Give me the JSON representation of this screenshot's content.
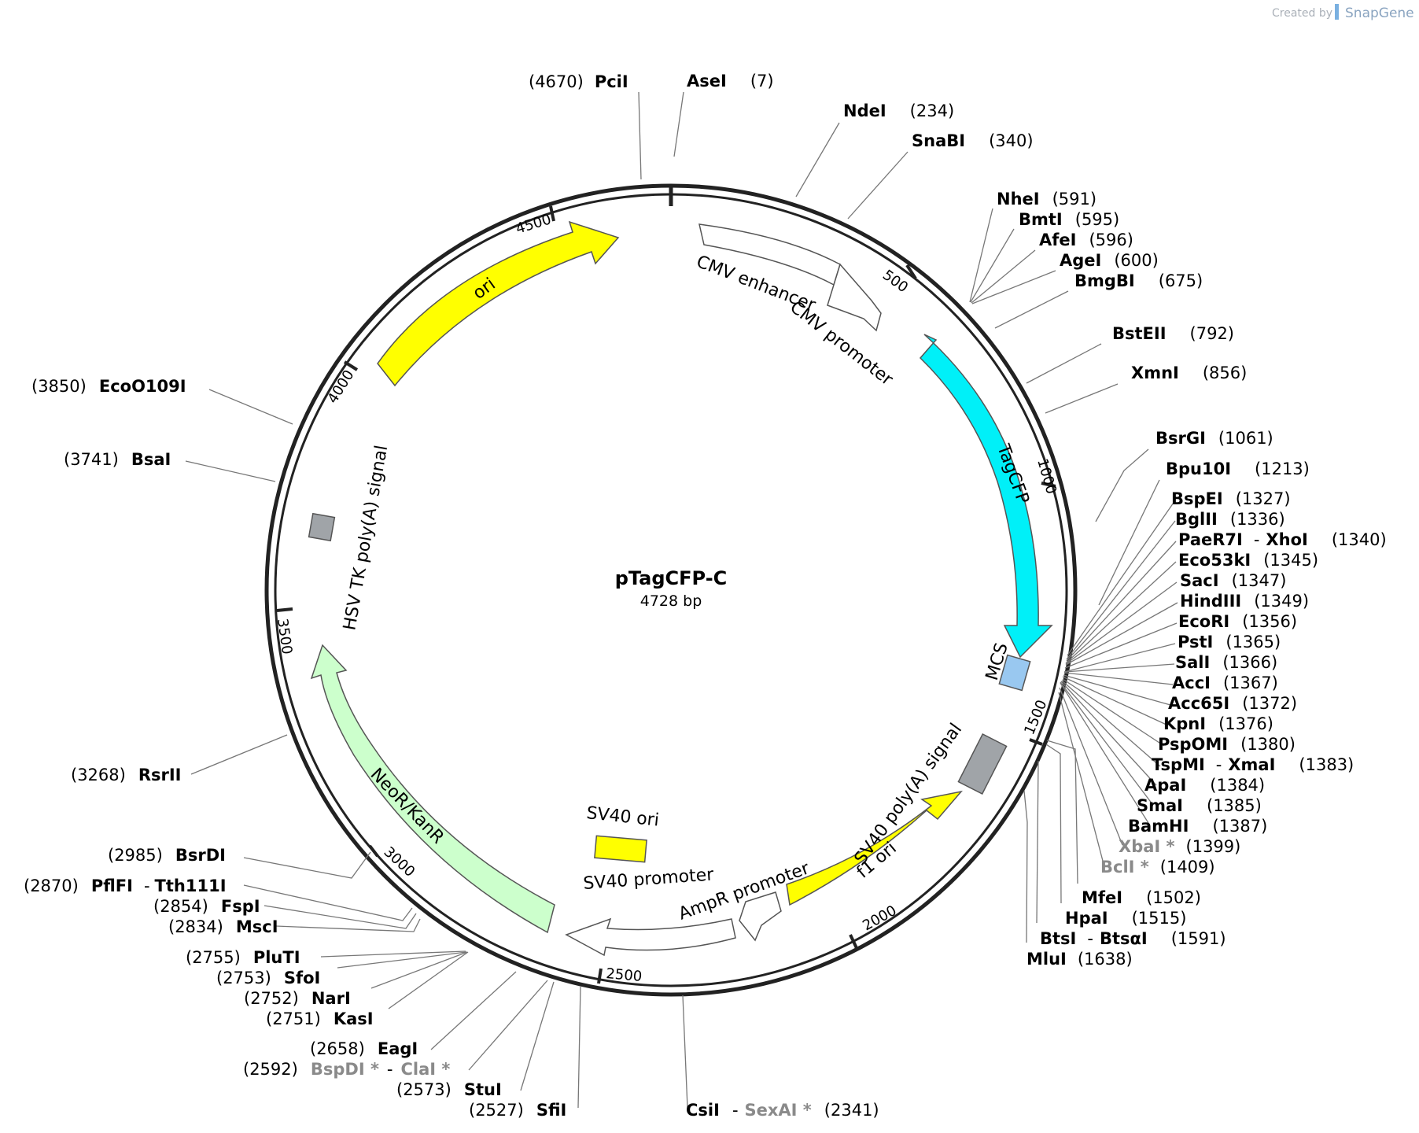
{
  "credit": {
    "prefix": "Created by",
    "brand": "SnapGene"
  },
  "plasmid": {
    "name": "pTagCFP-C",
    "length_label": "4728 bp",
    "length": 4728
  },
  "ticks": [
    "500",
    "1000",
    "1500",
    "2000",
    "2500",
    "3000",
    "3500",
    "4000",
    "4500"
  ],
  "features": [
    {
      "label": "CMV enhancer",
      "color": "#ffffff"
    },
    {
      "label": "CMV promoter",
      "color": "#ffffff"
    },
    {
      "label": "TagCFP",
      "color": "#00f0f8"
    },
    {
      "label": "MCS",
      "color": "#99c8f0"
    },
    {
      "label": "SV40 poly(A) signal",
      "color": "#a0a4a8"
    },
    {
      "label": "f1 ori",
      "color": "#ffff00"
    },
    {
      "label": "AmpR promoter",
      "color": "#ffffff"
    },
    {
      "label": "SV40 promoter",
      "color": "#ffffff"
    },
    {
      "label": "SV40 ori",
      "color": "#ffff00"
    },
    {
      "label": "NeoR/KanR",
      "color": "#ccffcc"
    },
    {
      "label": "HSV TK poly(A) signal",
      "color": "#a0a4a8"
    },
    {
      "label": "ori",
      "color": "#ffff00"
    }
  ],
  "sites": [
    {
      "parts": [
        {
          "t": "(4670)",
          "k": "pos"
        },
        {
          "t": "PciI",
          "k": "nm"
        }
      ]
    },
    {
      "parts": [
        {
          "t": "AseI",
          "k": "nm"
        },
        {
          "t": "(7)",
          "k": "pos"
        }
      ]
    },
    {
      "parts": [
        {
          "t": "NdeI",
          "k": "nm"
        },
        {
          "t": "(234)",
          "k": "pos"
        }
      ]
    },
    {
      "parts": [
        {
          "t": "SnaBI",
          "k": "nm"
        },
        {
          "t": "(340)",
          "k": "pos"
        }
      ]
    },
    {
      "parts": [
        {
          "t": "NheI",
          "k": "nm"
        },
        {
          "t": "(591)",
          "k": "pos"
        }
      ]
    },
    {
      "parts": [
        {
          "t": "BmtI",
          "k": "nm"
        },
        {
          "t": "(595)",
          "k": "pos"
        }
      ]
    },
    {
      "parts": [
        {
          "t": "AfeI",
          "k": "nm"
        },
        {
          "t": "(596)",
          "k": "pos"
        }
      ]
    },
    {
      "parts": [
        {
          "t": "AgeI",
          "k": "nm"
        },
        {
          "t": "(600)",
          "k": "pos"
        }
      ]
    },
    {
      "parts": [
        {
          "t": "BmgBI",
          "k": "nm"
        },
        {
          "t": "(675)",
          "k": "pos"
        }
      ]
    },
    {
      "parts": [
        {
          "t": "BstEII",
          "k": "nm"
        },
        {
          "t": "(792)",
          "k": "pos"
        }
      ]
    },
    {
      "parts": [
        {
          "t": "XmnI",
          "k": "nm"
        },
        {
          "t": "(856)",
          "k": "pos"
        }
      ]
    },
    {
      "parts": [
        {
          "t": "BsrGI",
          "k": "nm"
        },
        {
          "t": "(1061)",
          "k": "pos"
        }
      ]
    },
    {
      "parts": [
        {
          "t": "Bpu10I",
          "k": "nm"
        },
        {
          "t": "(1213)",
          "k": "pos"
        }
      ]
    },
    {
      "parts": [
        {
          "t": "BspEI",
          "k": "nm"
        },
        {
          "t": "(1327)",
          "k": "pos"
        }
      ]
    },
    {
      "parts": [
        {
          "t": "BglII",
          "k": "nm"
        },
        {
          "t": "(1336)",
          "k": "pos"
        }
      ]
    },
    {
      "parts": [
        {
          "t": "PaeR7I",
          "k": "nm"
        },
        {
          "t": "-",
          "k": "pos"
        },
        {
          "t": "XhoI",
          "k": "nm"
        },
        {
          "t": "(1340)",
          "k": "pos"
        }
      ]
    },
    {
      "parts": [
        {
          "t": "Eco53kI",
          "k": "nm"
        },
        {
          "t": "(1345)",
          "k": "pos"
        }
      ]
    },
    {
      "parts": [
        {
          "t": "SacI",
          "k": "nm"
        },
        {
          "t": "(1347)",
          "k": "pos"
        }
      ]
    },
    {
      "parts": [
        {
          "t": "HindIII",
          "k": "nm"
        },
        {
          "t": "(1349)",
          "k": "pos"
        }
      ]
    },
    {
      "parts": [
        {
          "t": "EcoRI",
          "k": "nm"
        },
        {
          "t": "(1356)",
          "k": "pos"
        }
      ]
    },
    {
      "parts": [
        {
          "t": "PstI",
          "k": "nm"
        },
        {
          "t": "(1365)",
          "k": "pos"
        }
      ]
    },
    {
      "parts": [
        {
          "t": "SalI",
          "k": "nm"
        },
        {
          "t": "(1366)",
          "k": "pos"
        }
      ]
    },
    {
      "parts": [
        {
          "t": "AccI",
          "k": "nm"
        },
        {
          "t": "(1367)",
          "k": "pos"
        }
      ]
    },
    {
      "parts": [
        {
          "t": "Acc65I",
          "k": "nm"
        },
        {
          "t": "(1372)",
          "k": "pos"
        }
      ]
    },
    {
      "parts": [
        {
          "t": "KpnI",
          "k": "nm"
        },
        {
          "t": "(1376)",
          "k": "pos"
        }
      ]
    },
    {
      "parts": [
        {
          "t": "PspOMI",
          "k": "nm"
        },
        {
          "t": "(1380)",
          "k": "pos"
        }
      ]
    },
    {
      "parts": [
        {
          "t": "TspMI",
          "k": "nm"
        },
        {
          "t": "-",
          "k": "pos"
        },
        {
          "t": "XmaI",
          "k": "nm"
        },
        {
          "t": "(1383)",
          "k": "pos"
        }
      ]
    },
    {
      "parts": [
        {
          "t": "ApaI",
          "k": "nm"
        },
        {
          "t": "(1384)",
          "k": "pos"
        }
      ]
    },
    {
      "parts": [
        {
          "t": "SmaI",
          "k": "nm"
        },
        {
          "t": "(1385)",
          "k": "pos"
        }
      ]
    },
    {
      "parts": [
        {
          "t": "BamHI",
          "k": "nm"
        },
        {
          "t": "(1387)",
          "k": "pos"
        }
      ]
    },
    {
      "parts": [
        {
          "t": "XbaI *",
          "k": "gray"
        },
        {
          "t": "(1399)",
          "k": "pos"
        }
      ]
    },
    {
      "parts": [
        {
          "t": "BclI *",
          "k": "gray"
        },
        {
          "t": "(1409)",
          "k": "pos"
        }
      ]
    },
    {
      "parts": [
        {
          "t": "MfeI",
          "k": "nm"
        },
        {
          "t": "(1502)",
          "k": "pos"
        }
      ]
    },
    {
      "parts": [
        {
          "t": "HpaI",
          "k": "nm"
        },
        {
          "t": "(1515)",
          "k": "pos"
        }
      ]
    },
    {
      "parts": [
        {
          "t": "BtsI",
          "k": "nm"
        },
        {
          "t": "-",
          "k": "pos"
        },
        {
          "t": "BtsαI",
          "k": "nm"
        },
        {
          "t": "(1591)",
          "k": "pos"
        }
      ]
    },
    {
      "parts": [
        {
          "t": "MluI",
          "k": "nm"
        },
        {
          "t": "(1638)",
          "k": "pos"
        }
      ]
    },
    {
      "parts": [
        {
          "t": "CsiI",
          "k": "nm"
        },
        {
          "t": "-",
          "k": "pos"
        },
        {
          "t": "SexAI *",
          "k": "gray"
        },
        {
          "t": "(2341)",
          "k": "pos"
        }
      ]
    },
    {
      "parts": [
        {
          "t": "(2527)",
          "k": "pos"
        },
        {
          "t": "SfiI",
          "k": "nm"
        }
      ]
    },
    {
      "parts": [
        {
          "t": "(2573)",
          "k": "pos"
        },
        {
          "t": "StuI",
          "k": "nm"
        }
      ]
    },
    {
      "parts": [
        {
          "t": "(2592)",
          "k": "pos"
        },
        {
          "t": "BspDI *",
          "k": "gray"
        },
        {
          "t": "-",
          "k": "pos"
        },
        {
          "t": "ClaI *",
          "k": "gray"
        }
      ]
    },
    {
      "parts": [
        {
          "t": "(2658)",
          "k": "pos"
        },
        {
          "t": "EagI",
          "k": "nm"
        }
      ]
    },
    {
      "parts": [
        {
          "t": "(2751)",
          "k": "pos"
        },
        {
          "t": "KasI",
          "k": "nm"
        }
      ]
    },
    {
      "parts": [
        {
          "t": "(2752)",
          "k": "pos"
        },
        {
          "t": "NarI",
          "k": "nm"
        }
      ]
    },
    {
      "parts": [
        {
          "t": "(2753)",
          "k": "pos"
        },
        {
          "t": "SfoI",
          "k": "nm"
        }
      ]
    },
    {
      "parts": [
        {
          "t": "(2755)",
          "k": "pos"
        },
        {
          "t": "PluTI",
          "k": "nm"
        }
      ]
    },
    {
      "parts": [
        {
          "t": "(2834)",
          "k": "pos"
        },
        {
          "t": "MscI",
          "k": "nm"
        }
      ]
    },
    {
      "parts": [
        {
          "t": "(2854)",
          "k": "pos"
        },
        {
          "t": "FspI",
          "k": "nm"
        }
      ]
    },
    {
      "parts": [
        {
          "t": "(2870)",
          "k": "pos"
        },
        {
          "t": "PflFI",
          "k": "nm"
        },
        {
          "t": "-",
          "k": "pos"
        },
        {
          "t": "Tth111I",
          "k": "nm"
        }
      ]
    },
    {
      "parts": [
        {
          "t": "(2985)",
          "k": "pos"
        },
        {
          "t": "BsrDI",
          "k": "nm"
        }
      ]
    },
    {
      "parts": [
        {
          "t": "(3268)",
          "k": "pos"
        },
        {
          "t": "RsrII",
          "k": "nm"
        }
      ]
    },
    {
      "parts": [
        {
          "t": "(3741)",
          "k": "pos"
        },
        {
          "t": "BsaI",
          "k": "nm"
        }
      ]
    },
    {
      "parts": [
        {
          "t": "(3850)",
          "k": "pos"
        },
        {
          "t": "EcoO109I",
          "k": "nm"
        }
      ]
    }
  ]
}
